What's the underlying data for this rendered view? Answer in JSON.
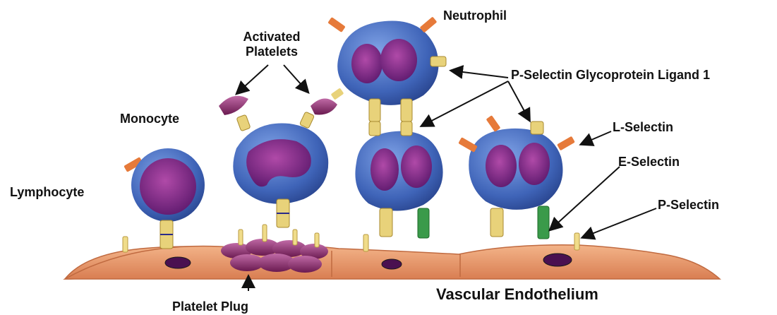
{
  "labels": {
    "neutrophil": "Neutrophil",
    "activated_platelets_line1": "Activated",
    "activated_platelets_line2": "Platelets",
    "psgl1": "P-Selectin Glycoprotein Ligand 1",
    "monocyte": "Monocyte",
    "l_selectin": "L-Selectin",
    "e_selectin": "E-Selectin",
    "lymphocyte": "Lymphocyte",
    "p_selectin": "P-Selectin",
    "platelet_plug": "Platelet Plug",
    "vascular_endothelium": "Vascular Endothelium"
  },
  "colors": {
    "cell_body": "#3f64b8",
    "nucleus": "#7a2a86",
    "endothelium": "#e99a6c",
    "platelet": "#8a2a6a",
    "psgl1": "#e8d27a",
    "l_selectin": "#e67a3a",
    "e_selectin": "#3a9a4a",
    "p_selectin": "#f0dc8a"
  }
}
